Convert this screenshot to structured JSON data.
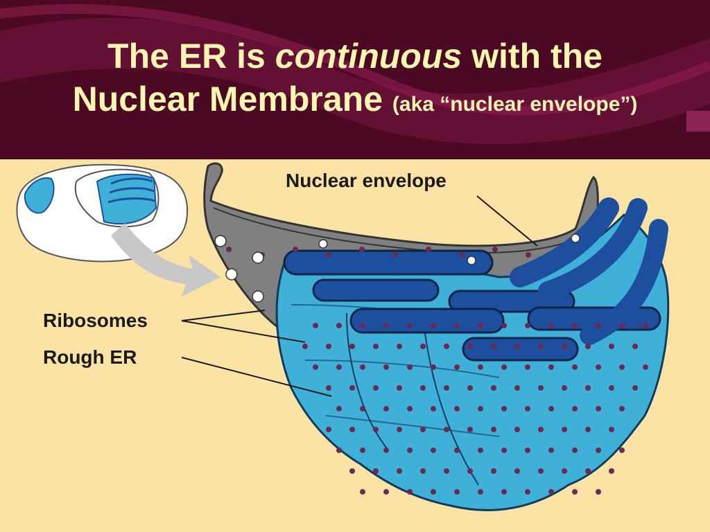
{
  "slide": {
    "title": {
      "line1_start": "The ER is ",
      "line1_emphasis": "continuous",
      "line1_end": " with the",
      "line2_main": "Nuclear Membrane",
      "line2_aside": "(aka “nuclear envelope”)"
    }
  },
  "diagram": {
    "labels": {
      "nuclear_envelope": "Nuclear envelope",
      "ribosomes": "Ribosomes",
      "rough_er": "Rough ER"
    }
  },
  "colors": {
    "header_bg": "#4b0924",
    "title_text": "#fdf6b0",
    "diagram_bg": "#fbe3a6",
    "er_light_blue": "#3fb0d8",
    "er_dark_blue": "#1d4f9e",
    "envelope_gray": "#808080",
    "ribosome_dots": "#6b2a52"
  }
}
